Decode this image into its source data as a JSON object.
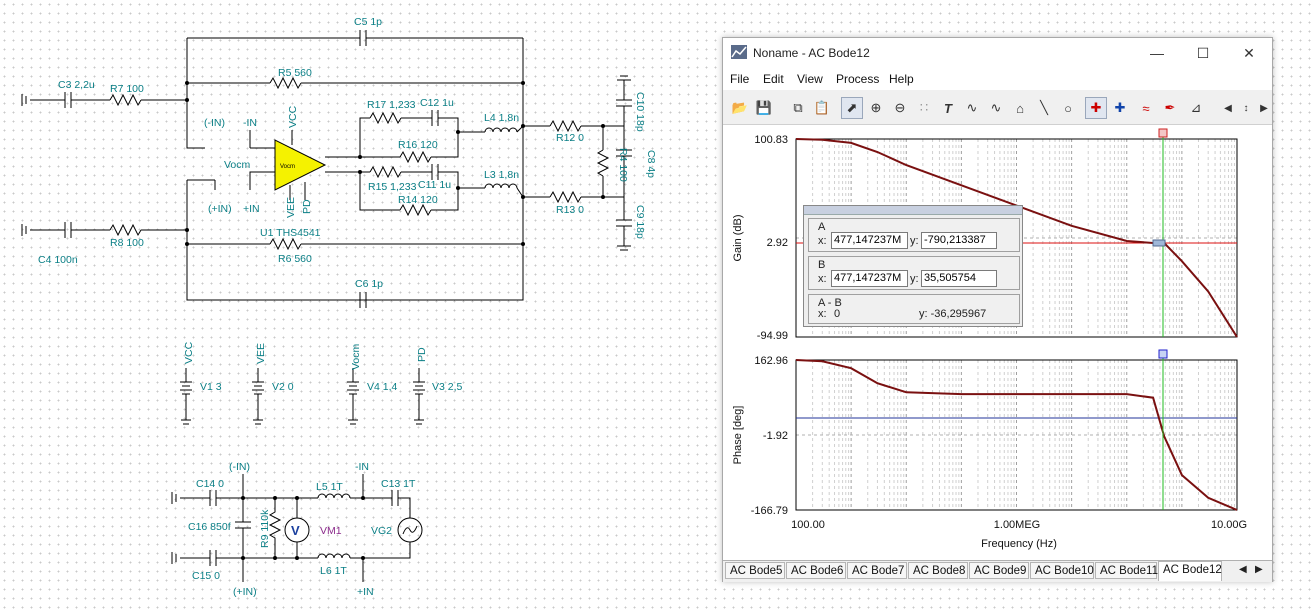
{
  "schematic": {
    "capacitors": [
      "C5 1p",
      "C3 2,2u",
      "C4 100n",
      "C6 1p",
      "C12 1u",
      "C11 1u",
      "C10 18p",
      "C8 4p",
      "C9 18p",
      "C14 0",
      "C13 1T",
      "C16 850f",
      "C15 0"
    ],
    "resistors": [
      "R5 560",
      "R7 100",
      "R17 1,233",
      "R16 120",
      "R15 1,233",
      "R14 120",
      "R12 0",
      "R13 0",
      "R4 100",
      "R8 100",
      "R6 560",
      "R9 110k"
    ],
    "inductors": [
      "L4 1,8n",
      "L3 1,8n",
      "L5 1T",
      "L6 1T"
    ],
    "opamp": {
      "name": "U1 THS4541",
      "body": "Vocm"
    },
    "pins": [
      "(-IN)",
      "-IN",
      "VCC",
      "Vocm",
      "(+IN)",
      "+IN",
      "VEE",
      "PD"
    ],
    "supplies": [
      {
        "node": "VCC",
        "label": "V1 3"
      },
      {
        "node": "VEE",
        "label": "V2 0"
      },
      {
        "node": "Vocm",
        "label": "V4 1,4"
      },
      {
        "node": "PD",
        "label": "V3 2,5"
      }
    ],
    "bottom_labels": [
      "(-IN)",
      "-IN",
      "(+IN)",
      "+IN"
    ],
    "meter": {
      "label": "VM1",
      "symbol": "V"
    },
    "generator": "VG2"
  },
  "window": {
    "title": "Noname - AC Bode12",
    "menu": [
      "File",
      "Edit",
      "View",
      "Process",
      "Help"
    ],
    "gain_plot": {
      "ylabel": "Gain (dB)",
      "ticks": [
        "100.83",
        "2.92",
        "-94.99"
      ]
    },
    "phase_plot": {
      "ylabel": "Phase [deg]",
      "ticks": [
        "162.96",
        "-1.92",
        "-166.79"
      ]
    },
    "x_axis": {
      "label": "Frequency (Hz)",
      "ticks": [
        "100.00",
        "1.00MEG",
        "10.00G"
      ]
    },
    "cursor_panel": {
      "a": {
        "label": "A",
        "x": "477,147237M",
        "y": "-790,213387"
      },
      "b": {
        "label": "B",
        "x": "477,147237M",
        "y": "35,505754"
      },
      "diff": {
        "label": "A - B",
        "x": "0",
        "y": "y: -36,295967"
      },
      "x_prefix": "x:",
      "y_prefix": "y:"
    },
    "tabs": [
      "AC Bode5",
      "AC Bode6",
      "AC Bode7",
      "AC Bode8",
      "AC Bode9",
      "AC Bode10",
      "AC Bode11",
      "AC Bode12"
    ],
    "active_tab": "AC Bode12"
  },
  "chart_data": [
    {
      "type": "line",
      "title": "",
      "xlabel": "Frequency (Hz)",
      "ylabel": "Gain (dB)",
      "x_scale": "log",
      "xlim": [
        100,
        10000000000
      ],
      "ylim": [
        -94.99,
        100.83
      ],
      "x": [
        100,
        300,
        1000,
        3000,
        10000,
        100000,
        1000000,
        10000000,
        100000000,
        300000000,
        477000000,
        1000000000,
        3000000000,
        10000000000
      ],
      "series": [
        {
          "values": [
            100.83,
            100,
            97,
            88,
            75,
            55,
            35,
            15,
            0,
            -2,
            -2,
            -20,
            -50,
            -94.99
          ]
        }
      ],
      "color": "#7a1010"
    },
    {
      "type": "line",
      "title": "",
      "xlabel": "Frequency (Hz)",
      "ylabel": "Phase [deg]",
      "x_scale": "log",
      "xlim": [
        100,
        10000000000
      ],
      "ylim": [
        -166.79,
        162.96
      ],
      "x": [
        100,
        300,
        1000,
        3000,
        10000,
        100000,
        1000000,
        10000000,
        100000000,
        300000000,
        477000000,
        1000000000,
        3000000000,
        10000000000
      ],
      "series": [
        {
          "values": [
            162.96,
            160,
            145,
            112,
            92,
            88,
            88,
            88,
            88,
            80,
            -5,
            -90,
            -140,
            -166.79
          ]
        }
      ],
      "color": "#7a1010"
    }
  ]
}
